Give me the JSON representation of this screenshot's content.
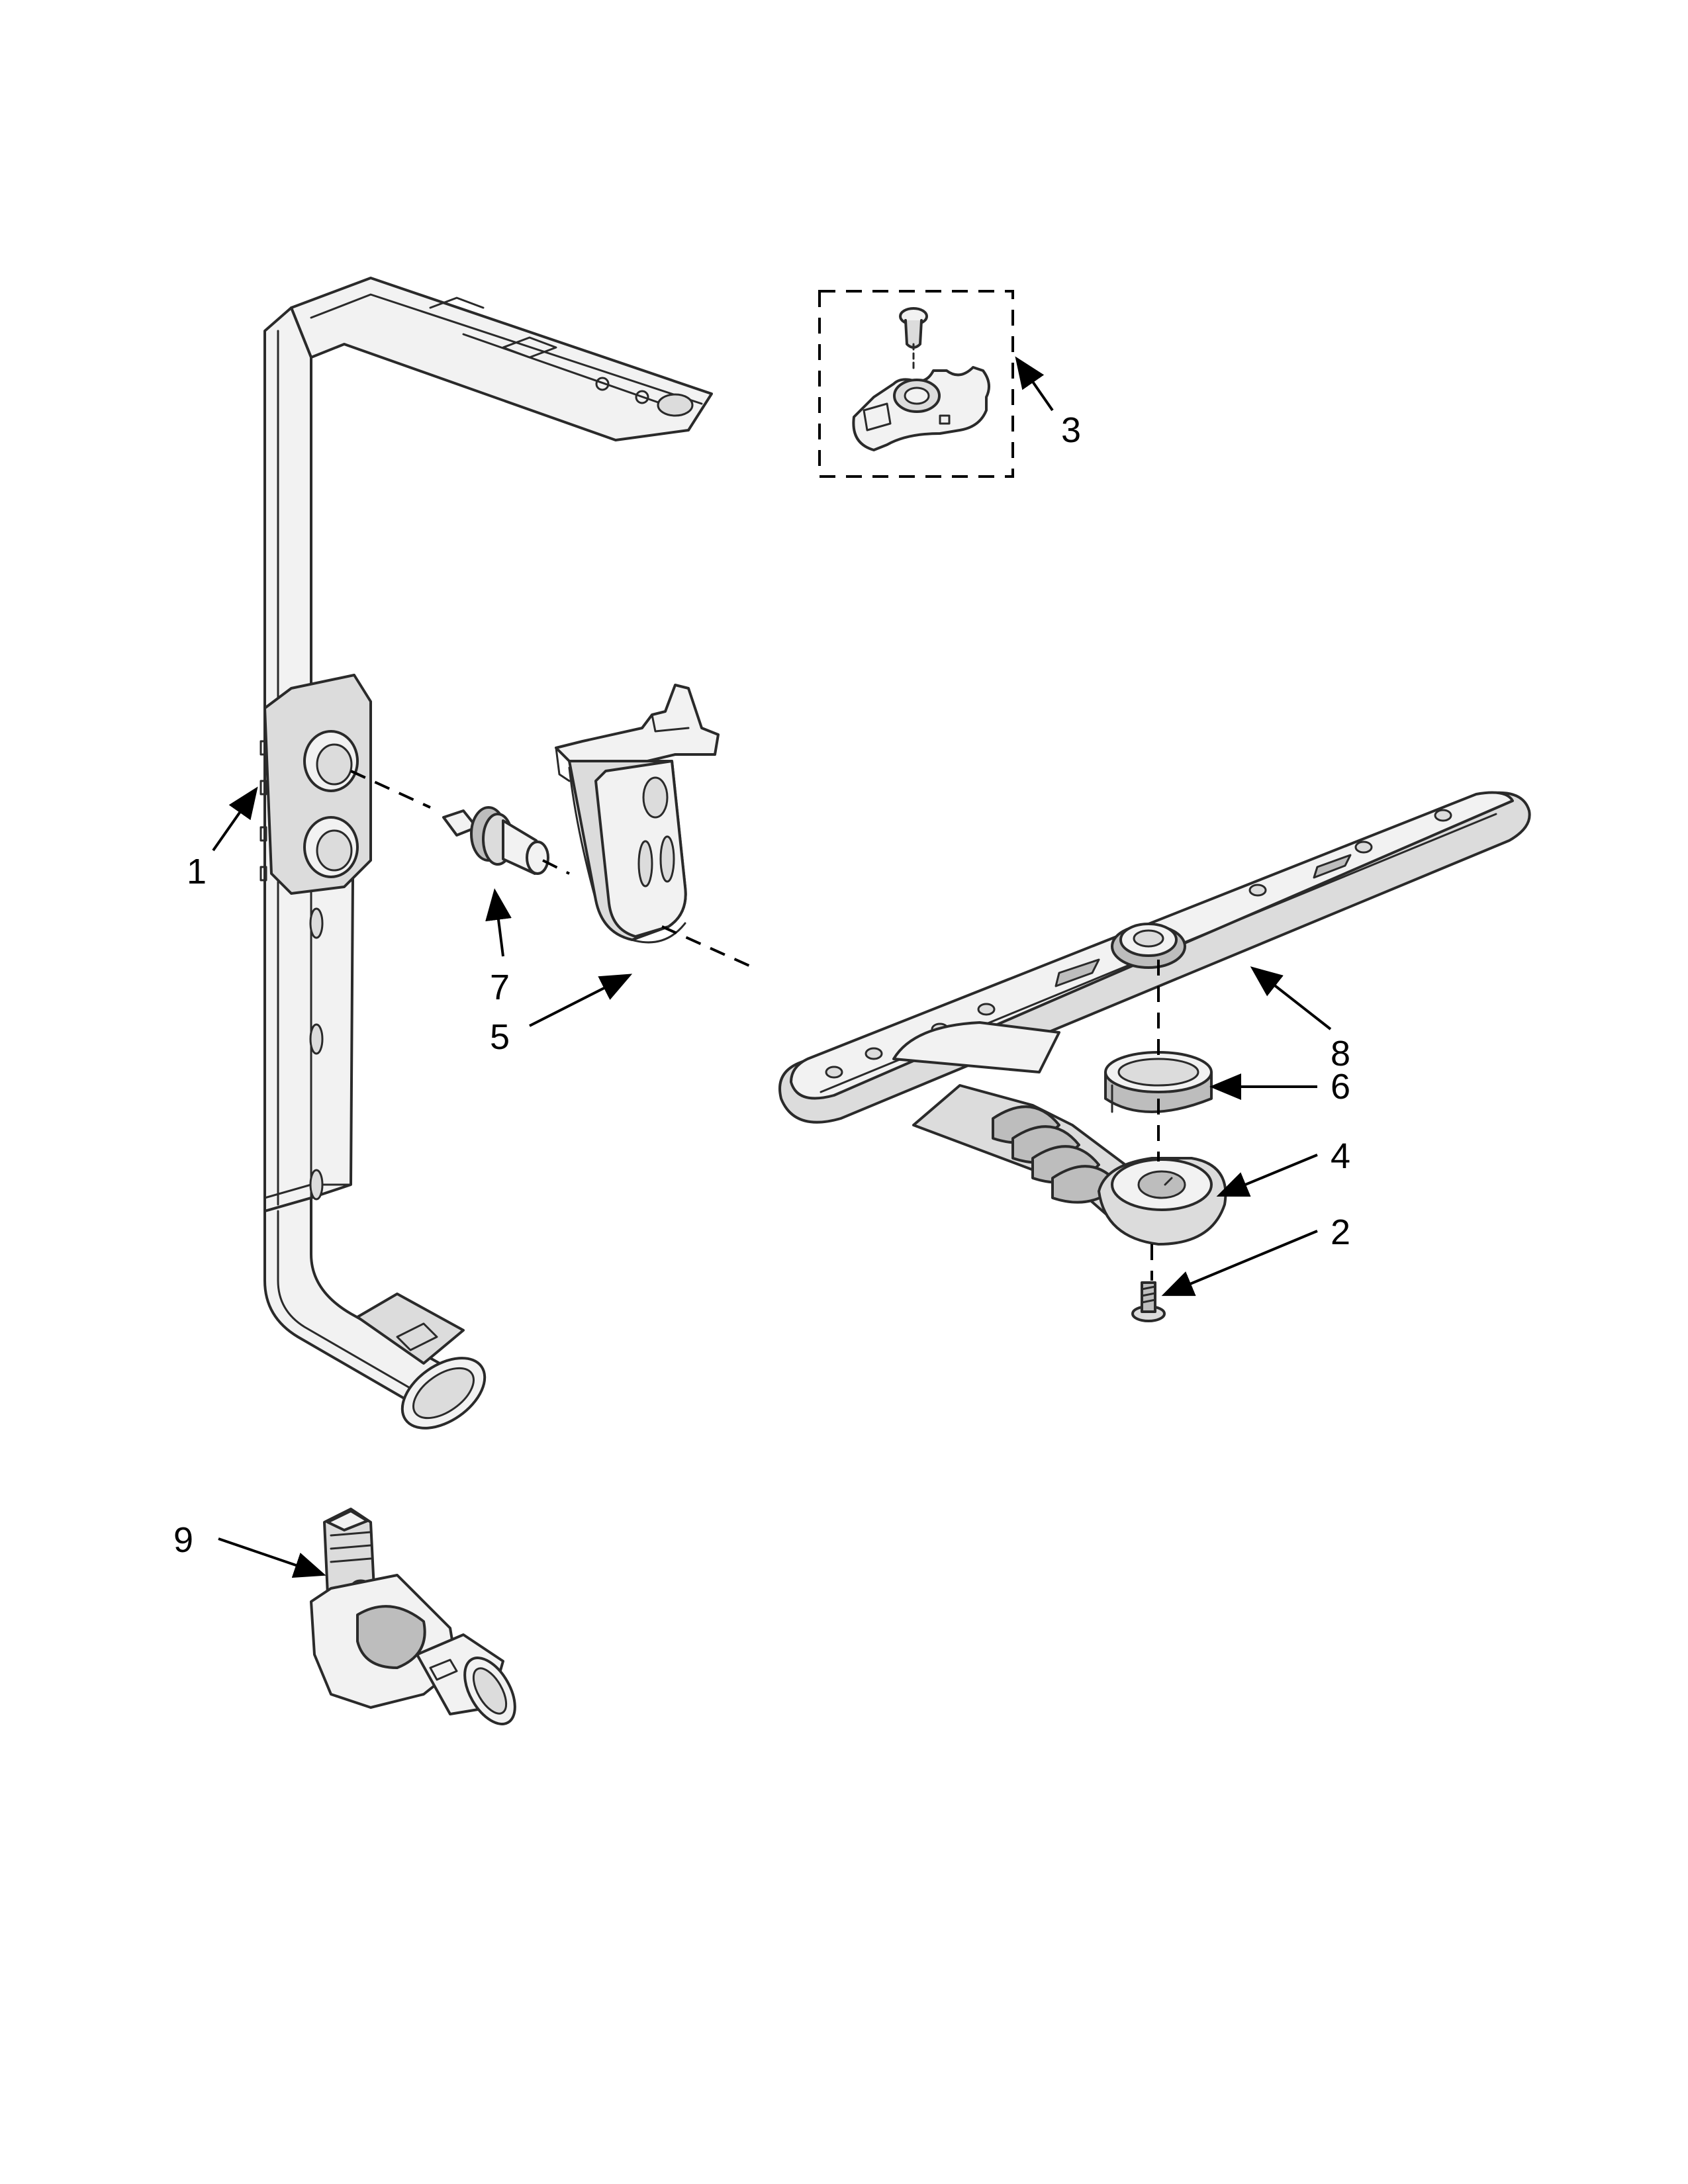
{
  "callouts": [
    {
      "id": "1",
      "label": "1"
    },
    {
      "id": "2",
      "label": "2"
    },
    {
      "id": "3",
      "label": "3"
    },
    {
      "id": "4",
      "label": "4"
    },
    {
      "id": "5",
      "label": "5"
    },
    {
      "id": "6",
      "label": "6"
    },
    {
      "id": "7",
      "label": "7"
    },
    {
      "id": "8",
      "label": "8"
    },
    {
      "id": "9",
      "label": "9"
    }
  ],
  "colors": {
    "ink": "#000000",
    "part_outline": "#2a2a2a",
    "part_shade_light": "#f2f2f2",
    "part_shade_mid": "#dcdcdc",
    "part_shade_dark": "#bdbdbd"
  }
}
